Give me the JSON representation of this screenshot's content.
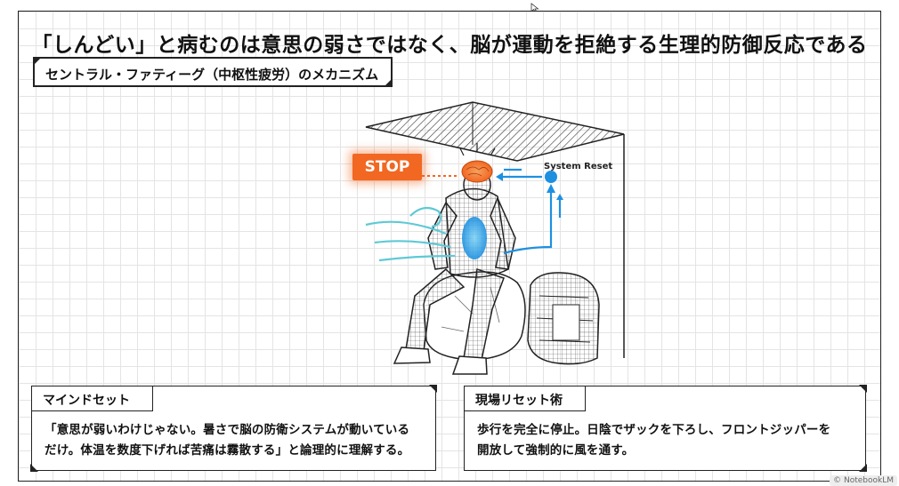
{
  "title": "「しんどい」と病むのは意思の弱さではなく、脳が運動を拒絶する生理的防御反応である",
  "section_label": "セントラル・ファティーグ（中枢性疲労）のメカニズム",
  "illustration": {
    "stop_label": "STOP",
    "system_reset_label": "System Reset",
    "accent_orange": "#f26722",
    "accent_blue": "#1e90e0",
    "accent_cyan": "#5ec9d6"
  },
  "cards": {
    "mindset": {
      "heading": "マインドセット",
      "line1": "「意思が弱いわけじゃない。暑さで脳の防衛システムが動いている",
      "line2": "だけ。体温を数度下げれば苦痛は霧散する」と論理的に理解する。"
    },
    "reset": {
      "heading": "現場リセット術",
      "line1": "歩行を完全に停止。日陰でザックを下ろし、フロントジッパーを",
      "line2": "開放して強制的に風を通す。"
    }
  },
  "watermark": "© NotebookLM"
}
